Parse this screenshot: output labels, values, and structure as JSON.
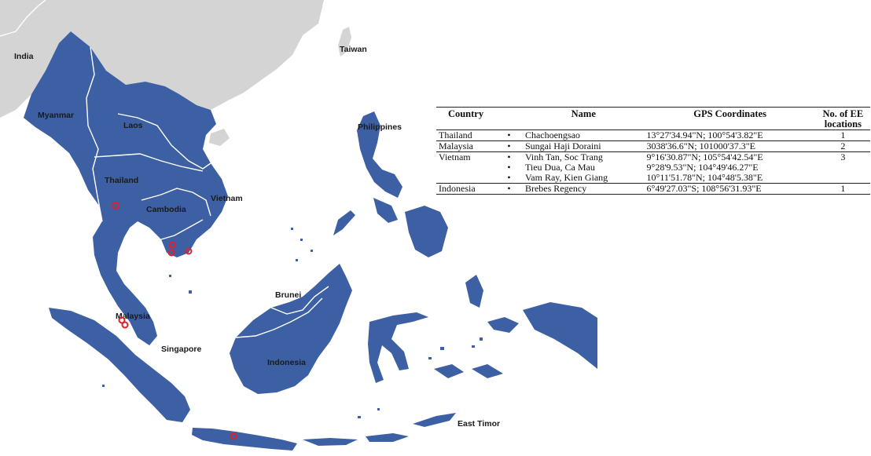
{
  "map": {
    "colors": {
      "region": "#3c60a3",
      "land": "#d4d4d4",
      "sea": "#ffffff",
      "border": "#ffffff",
      "site": "#e0202a"
    },
    "labels": {
      "india": "India",
      "taiwan": "Taiwan",
      "myanmar": "Myanmar",
      "laos": "Laos",
      "thailand": "Thailand",
      "cambodia": "Cambodia",
      "vietnam": "Vietnam",
      "philippines": "Philippines",
      "brunei": "Brunei",
      "malaysia": "Malaysia",
      "singapore": "Singapore",
      "indonesia": "Indonesia",
      "east_timor": "East Timor"
    },
    "site_markers": 7
  },
  "table": {
    "headers": {
      "country": "Country",
      "name": "Name",
      "gps": "GPS Coordinates",
      "count_line1": "No. of EE",
      "count_line2": "locations"
    },
    "bullet": "•",
    "rows": [
      {
        "country": "Thailand",
        "sites": [
          {
            "name": "Chachoengsao",
            "gps": "13°27'34.94\"N; 100°54'3.82\"E"
          }
        ],
        "count": "1"
      },
      {
        "country": "Malaysia",
        "sites": [
          {
            "name": "Sungai Haji Doraini",
            "gps": "3038'36.6\"N; 101000'37.3\"E"
          }
        ],
        "count": "2"
      },
      {
        "country": "Vietnam",
        "sites": [
          {
            "name": "Vinh Tan, Soc Trang",
            "gps": "9°16'30.87\"N; 105°54'42.54\"E"
          },
          {
            "name": "Tieu Dua, Ca Mau",
            "gps": "9°28'9.53\"N; 104°49'46.27\"E"
          },
          {
            "name": "Vam Ray, Kien Giang",
            "gps": "10°11'51.78\"N; 104°48'5.38\"E"
          }
        ],
        "count": "3"
      },
      {
        "country": "Indonesia",
        "sites": [
          {
            "name": "Brebes Regency",
            "gps": "6°49'27.03\"S; 108°56'31.93\"E"
          }
        ],
        "count": "1"
      }
    ]
  }
}
